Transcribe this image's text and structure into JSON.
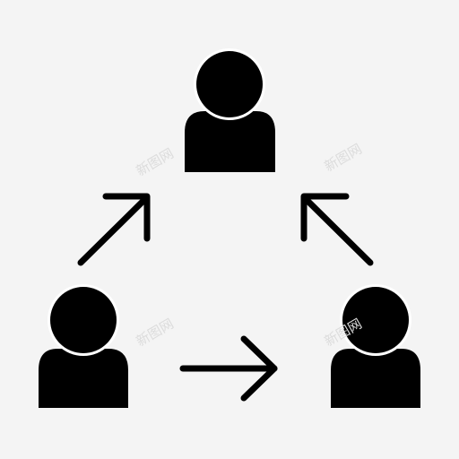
{
  "background_color": "#f4f4f4",
  "icon_color": "#000000",
  "gap_color": "#ffffff",
  "icons": {
    "people": [
      "user-icon-top",
      "user-icon-bottom-left",
      "user-icon-bottom-right"
    ],
    "arrows": [
      "arrow-up-right-icon",
      "arrow-up-left-icon",
      "arrow-right-icon"
    ]
  },
  "watermark": {
    "text": "新图网",
    "color": "#dcdcdc"
  }
}
